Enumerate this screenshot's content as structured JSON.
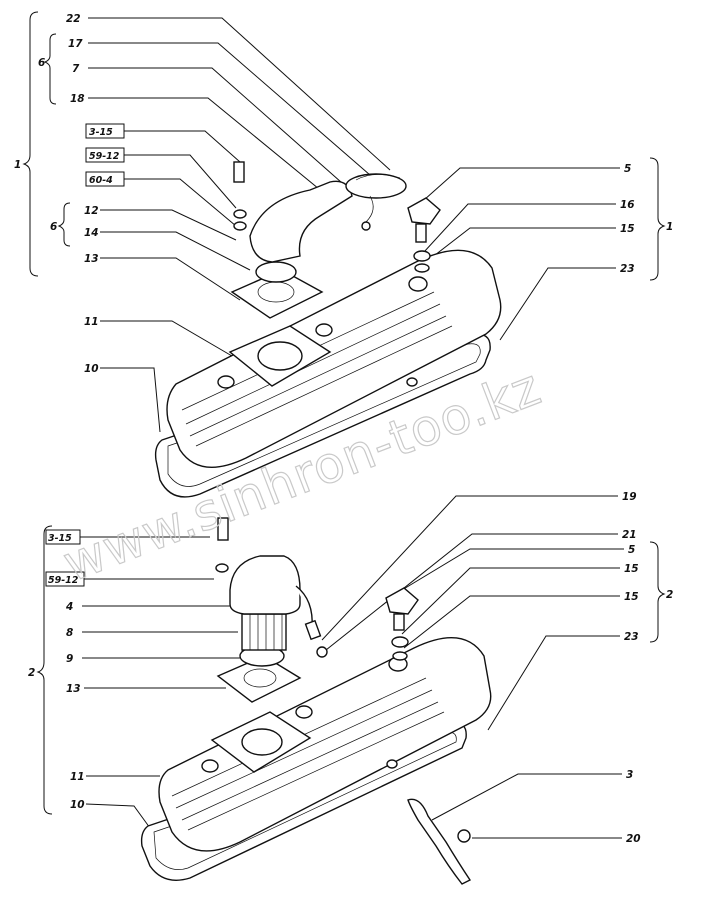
{
  "watermark": "www.sinhron-too.kz",
  "upper_assembly": {
    "group_label": "1",
    "right_group_label": "1",
    "subgroup_a_label": "6",
    "subgroup_b_label": "6",
    "callouts": [
      "22",
      "17",
      "7",
      "18",
      "12",
      "14",
      "13",
      "11",
      "10",
      "5",
      "16",
      "15",
      "23"
    ],
    "boxed_refs": [
      "3-15",
      "59-12",
      "60-4"
    ]
  },
  "lower_assembly": {
    "group_label": "2",
    "right_group_label": "2",
    "callouts": [
      "4",
      "8",
      "9",
      "13",
      "11",
      "10",
      "19",
      "21",
      "5",
      "15",
      "15",
      "23",
      "3",
      "20"
    ],
    "boxed_refs": [
      "3-15",
      "59-12"
    ]
  }
}
